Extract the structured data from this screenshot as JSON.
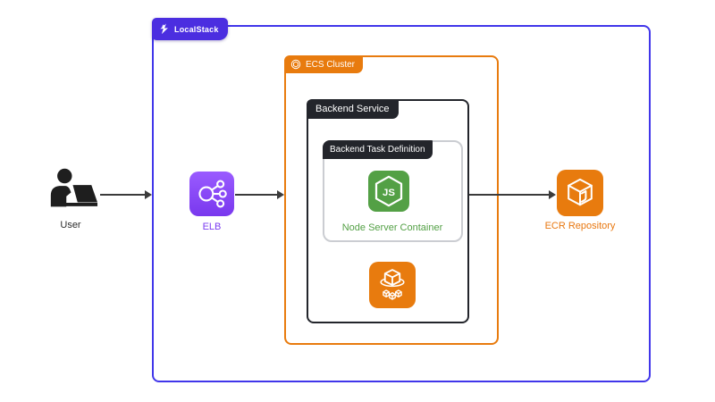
{
  "diagram": {
    "localstack": {
      "label": "LocalStack"
    },
    "ecs_cluster": {
      "label": "ECS Cluster"
    },
    "backend_service": {
      "label": "Backend Service"
    },
    "backend_task_definition": {
      "label": "Backend Task Definition"
    },
    "nodes": {
      "user": {
        "label": "User"
      },
      "elb": {
        "label": "ELB"
      },
      "node_server_container": {
        "label": "Node Server Container",
        "icon_text": "JS"
      },
      "ecr_repository": {
        "label": "ECR Repository"
      }
    },
    "icons": {
      "localstack_logo": "localstack-logo",
      "ecs_cluster_badge": "ecs-ring",
      "user": "person-at-laptop",
      "elb": "load-balancer-circles",
      "node": "nodejs-hexagon",
      "ecs_service": "ecs-cube-on-ring",
      "ecr": "ecr-cube"
    },
    "colors": {
      "localstack_purple": "#4B2EE0",
      "outer_border_blue": "#4136EA",
      "aws_orange": "#E87B0E",
      "orange_text": "#E8770F",
      "dark_label_bg": "#23252B",
      "node_green": "#53A045",
      "elb_purple_text": "#7B3BF0",
      "arrow_dark": "#3B3B3B"
    }
  }
}
